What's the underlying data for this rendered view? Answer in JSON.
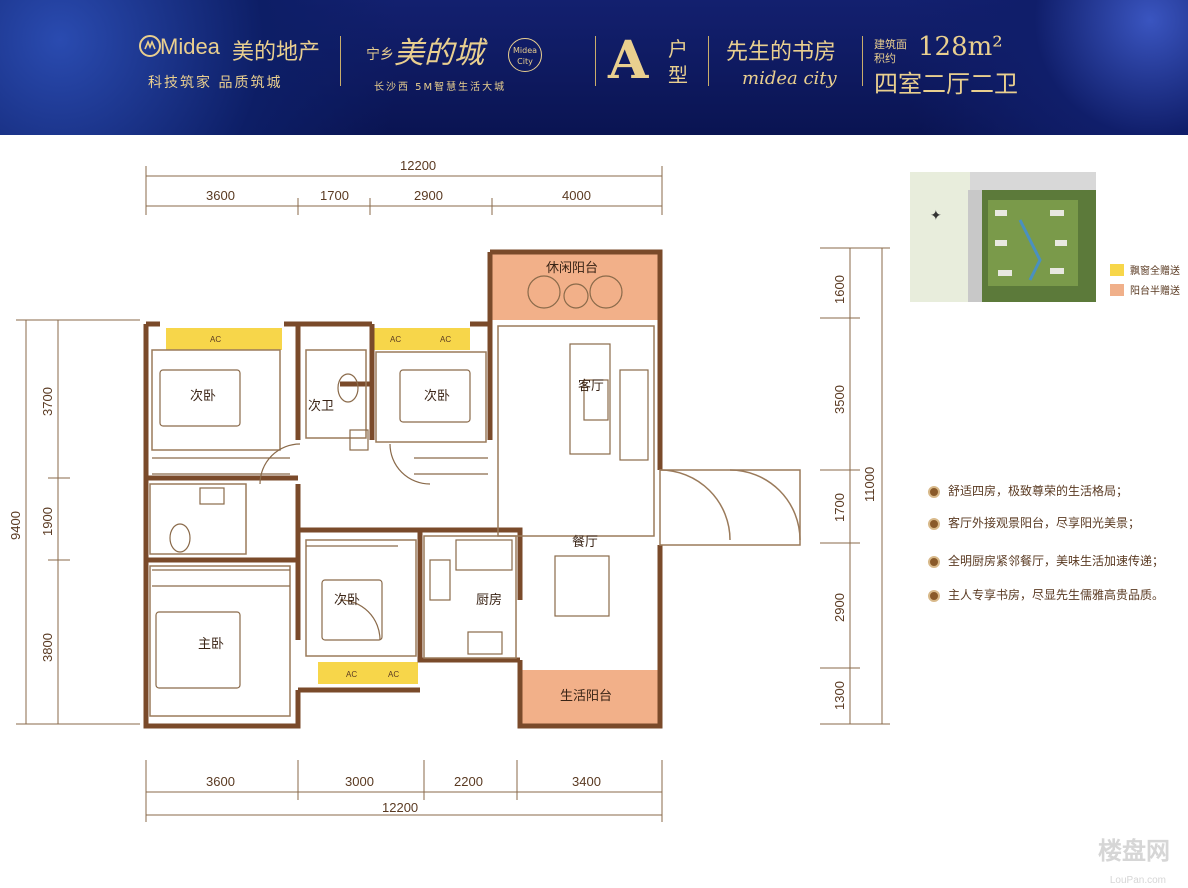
{
  "header": {
    "brand_en": "Midea",
    "brand_cn": "美的地产",
    "slogan": "科技筑家 品质筑城",
    "city_prefix": "宁乡",
    "city_name": "美的城",
    "city_badge": "Midea City",
    "city_subtitle": "长沙西 5M智慧生活大城",
    "unit_letter": "A",
    "unit_word": "户型",
    "unit_name": "先生的书房",
    "unit_name_en": "midea city",
    "area_label": "建筑面积约",
    "area_value": "128m²",
    "layout": "四室二厅二卫"
  },
  "dimensions": {
    "top_total": "12200",
    "top": [
      "3600",
      "1700",
      "2900",
      "4000"
    ],
    "bottom_total": "12200",
    "bottom": [
      "3600",
      "3000",
      "2200",
      "3400"
    ],
    "left_total": "9400",
    "left": [
      "3700",
      "1900",
      "3800"
    ],
    "right_total": "11000",
    "right": [
      "1600",
      "3500",
      "1700",
      "2900",
      "1300"
    ]
  },
  "rooms": {
    "balcony_leisure": "休闲阳台",
    "living": "客厅",
    "bedroom_1": "次卧",
    "bathroom_2": "次卫",
    "bedroom_2": "次卧",
    "dining": "餐厅",
    "kitchen": "厨房",
    "bedroom_3": "次卧",
    "master": "主卧",
    "balcony_service": "生活阳台"
  },
  "ac_label": "AC",
  "legend": {
    "items": [
      {
        "label": "飘窗全赠送",
        "color": "#f5d54a"
      },
      {
        "label": "阳台半赠送",
        "color": "#f0b08a"
      }
    ]
  },
  "features": [
    "舒适四房，极致尊荣的生活格局；",
    "客厅外接观景阳台，尽享阳光美景；",
    "全明厨房紧邻餐厅，美味生活加速传递；",
    "主人专享书房，尽显先生儒雅高贵品质。"
  ],
  "watermark": "楼盘网",
  "watermark_url": "LouPan.com",
  "colors": {
    "header_bg": "#0f1c62",
    "gold": "#e9cf8f",
    "wall": "#7a4a2a",
    "balcony": "#f2b089",
    "baywindow": "#f7d64a"
  }
}
